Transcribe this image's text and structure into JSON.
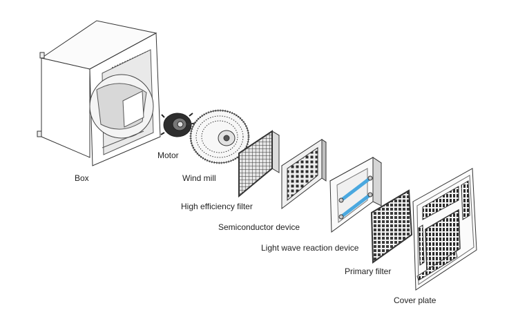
{
  "labels": {
    "box": "Box",
    "motor": "Motor",
    "wind_mill": "Wind mill",
    "high_efficiency_filter": "High efficiency filter",
    "semiconductor_device": "Semiconductor device",
    "light_wave_reaction_device": "Light wave reaction device",
    "primary_filter": "Primary filter",
    "cover_plate": "Cover plate"
  },
  "colors": {
    "line": "#333333",
    "uv_tube": "#4aa8df"
  }
}
